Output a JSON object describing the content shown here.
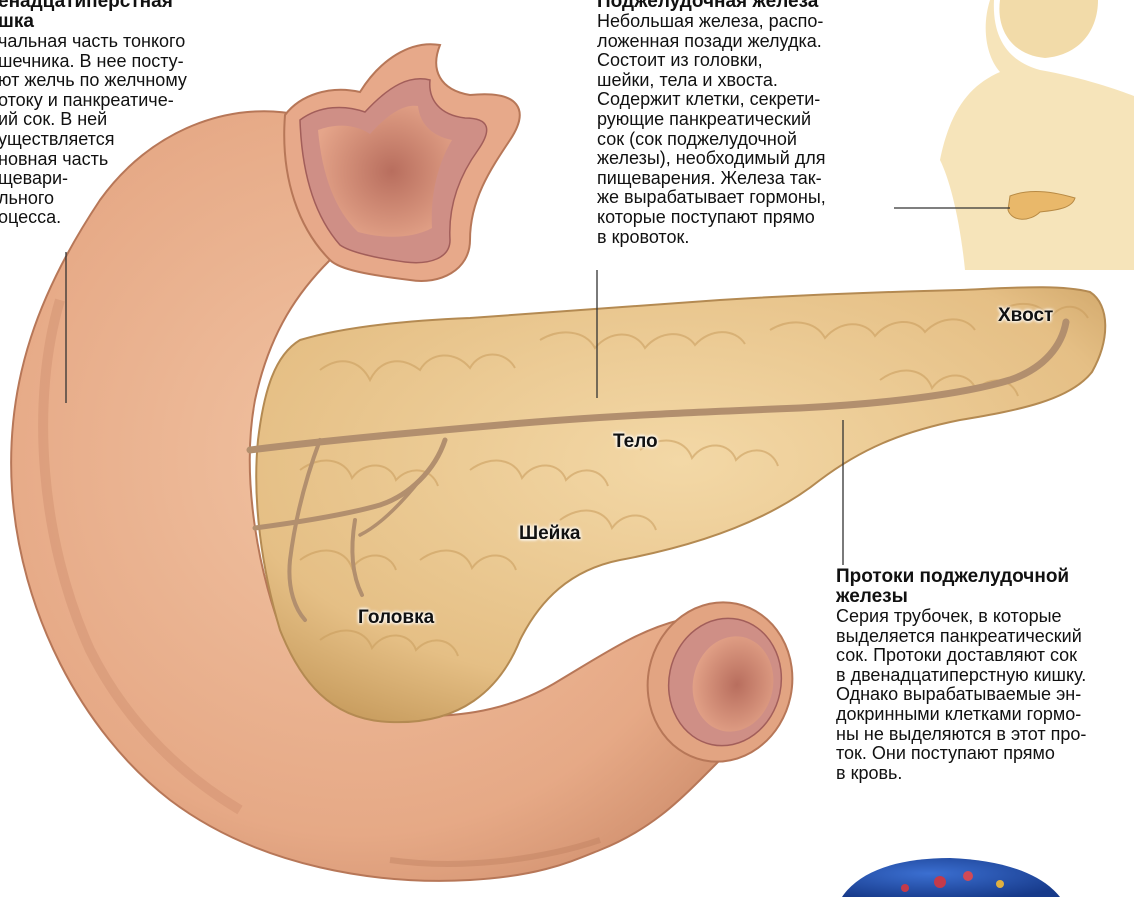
{
  "duodenum": {
    "title": [
      "енадцатиперстная",
      "шка"
    ],
    "lines": [
      "чальная часть тонкого",
      "шечника. В нее посту-",
      "ют желчь по желчному",
      "отоку и панкреатиче-",
      "ий сок. В ней",
      "уществляется",
      "новная часть",
      "щевари-",
      "льного",
      "оцесса."
    ]
  },
  "pancreas": {
    "title": "Поджелудочная железа",
    "lines": [
      "Небольшая железа, распо-",
      "ложенная позади желудка.",
      "Состоит из головки,",
      "шейки, тела и хвоста.",
      "Содержит клетки, секрети-",
      "рующие панкреатический",
      "сок (сок поджелудочной",
      "железы), необходимый для",
      "пищеварения. Железа так-",
      "же вырабатывает гормоны,",
      "которые поступают прямо",
      "в кровоток."
    ]
  },
  "ducts": {
    "title": [
      "Протоки поджелудочной",
      "железы"
    ],
    "lines": [
      "Серия трубочек, в которые",
      "выделяется панкреатический",
      "сок. Протоки доставляют сок",
      "в двенадцатиперстную кишку.",
      "Однако вырабатываемые эн-",
      "докринными клетками гормо-",
      "ны не выделяются в этот про-",
      "ток. Они поступают прямо",
      "в кровь."
    ]
  },
  "labels": {
    "tail": "Хвост",
    "body": "Тело",
    "neck": "Шейка",
    "head": "Головка"
  },
  "colors": {
    "intestine": "#e9b08c",
    "intestine_shade": "#c98766",
    "intestine_wall": "#c9868a",
    "pancreas": "#e7c38a",
    "pancreas_lobe": "#d7aa66",
    "duct": "#b28f6e",
    "figure_skin": "#f4dfae",
    "leader": "#333333"
  }
}
